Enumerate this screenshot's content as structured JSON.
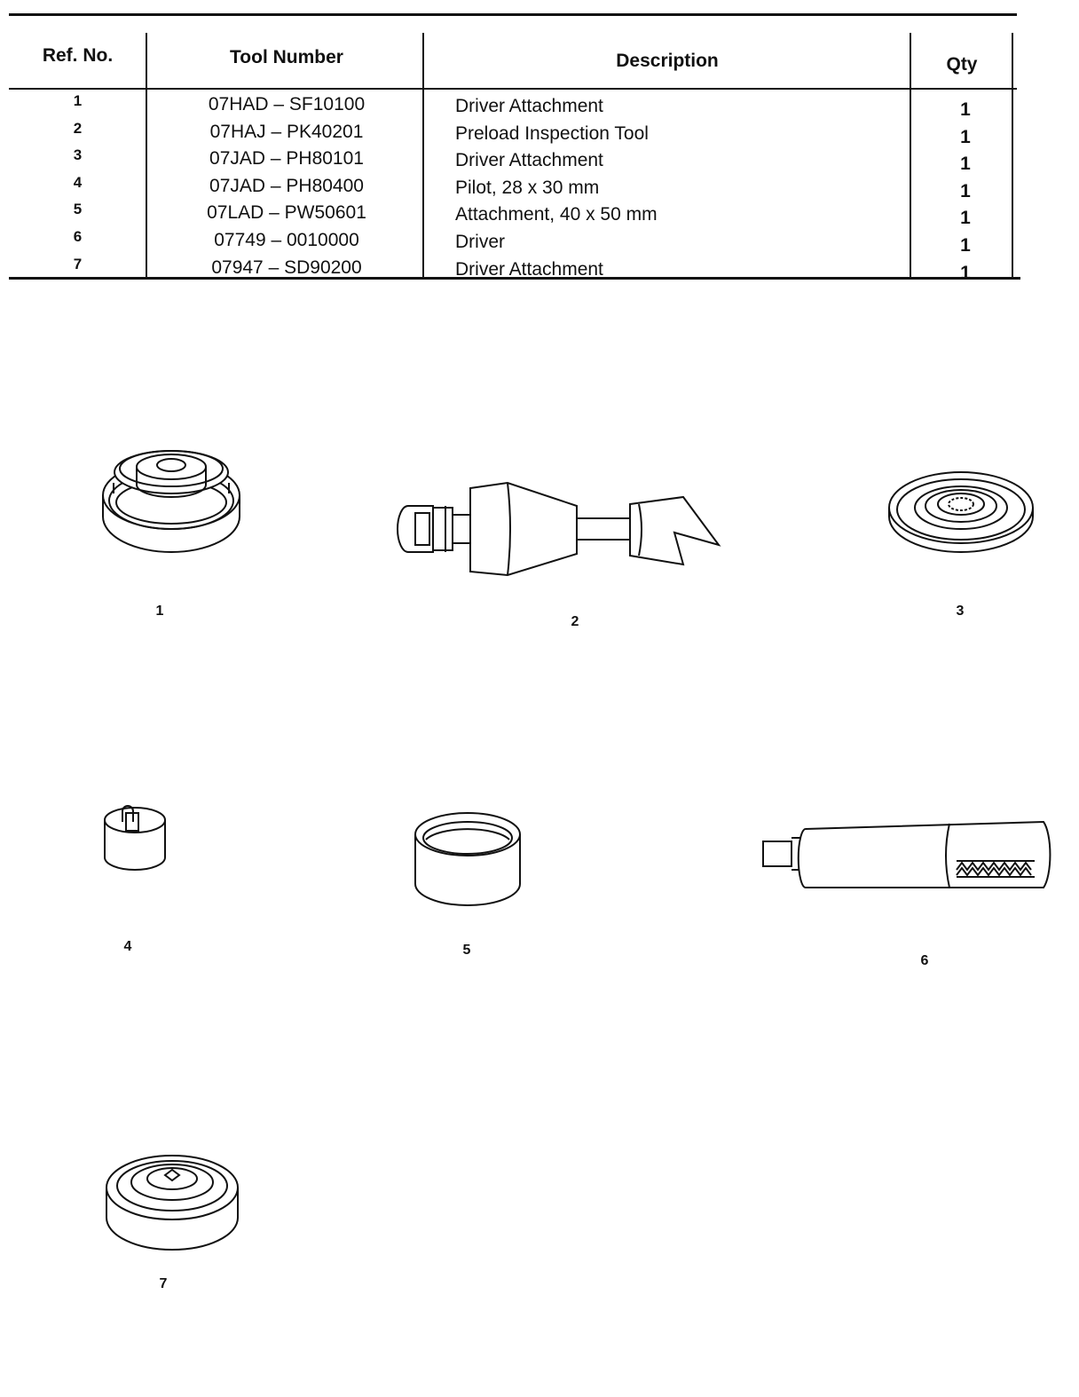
{
  "table": {
    "headers": {
      "ref": "Ref. No.",
      "tool": "Tool Number",
      "desc": "Description",
      "qty": "Qty"
    },
    "rows": [
      {
        "ref": "1",
        "tool": "07HAD – SF10100",
        "desc": "Driver Attachment",
        "qty": "1"
      },
      {
        "ref": "2",
        "tool": "07HAJ – PK40201",
        "desc": "Preload Inspection Tool",
        "qty": "1"
      },
      {
        "ref": "3",
        "tool": "07JAD – PH80101",
        "desc": "Driver Attachment",
        "qty": "1"
      },
      {
        "ref": "4",
        "tool": "07JAD – PH80400",
        "desc": "Pilot, 28 x 30 mm",
        "qty": "1"
      },
      {
        "ref": "5",
        "tool": "07LAD – PW50601",
        "desc": "Attachment, 40 x 50 mm",
        "qty": "1"
      },
      {
        "ref": "6",
        "tool": "07749 – 0010000",
        "desc": "Driver",
        "qty": "1"
      },
      {
        "ref": "7",
        "tool": "07947 – SD90200",
        "desc": "Driver Attachment",
        "qty": "1"
      }
    ]
  },
  "figures": {
    "labels": [
      "1",
      "2",
      "3",
      "4",
      "5",
      "6",
      "7"
    ],
    "icons": [
      "driver-attachment-icon",
      "preload-inspection-tool-icon",
      "driver-attachment-icon",
      "pilot-icon",
      "attachment-icon",
      "driver-icon",
      "driver-attachment-icon"
    ]
  }
}
